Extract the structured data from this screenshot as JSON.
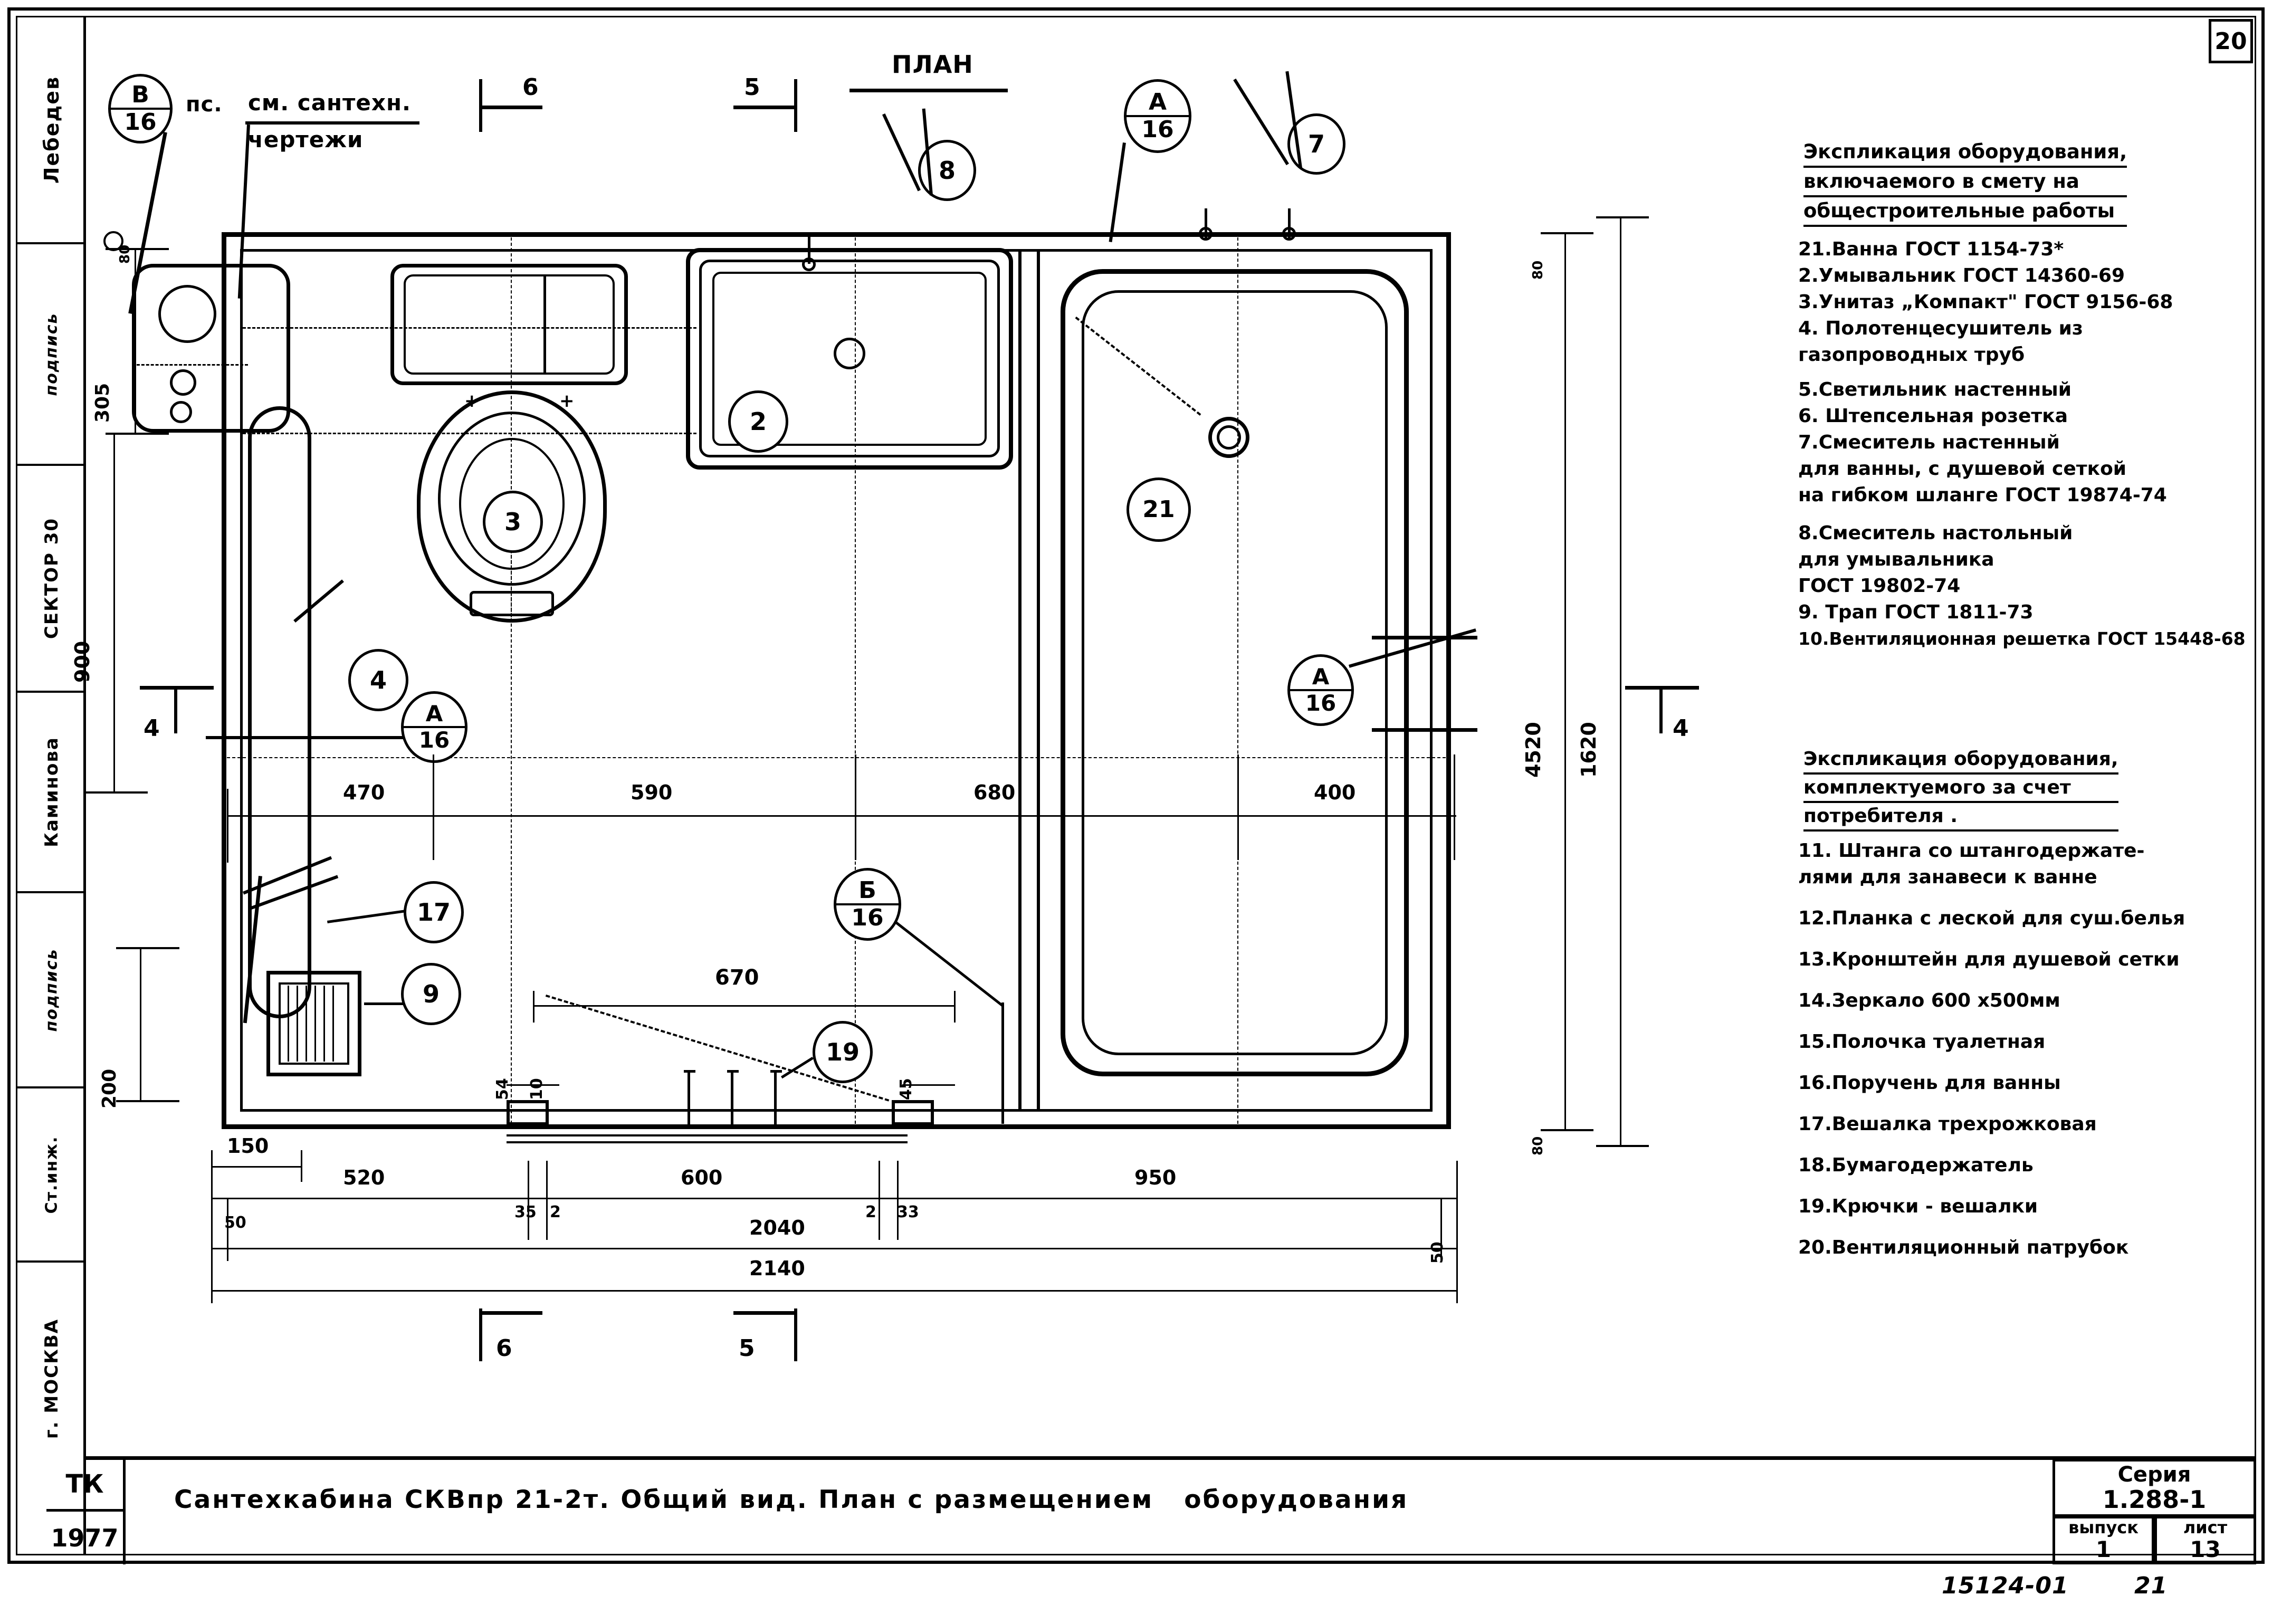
{
  "sheet": {
    "page_number": "20",
    "drawing_title": "ПЛАН",
    "bottom_code": "15124-01",
    "bottom_page": "21"
  },
  "left_stamp": {
    "cells": [
      {
        "name": "surname-1",
        "text": "Лебедев"
      },
      {
        "name": "signature-1",
        "text": "подпись"
      },
      {
        "name": "sector",
        "text": "СЕКТОР 30"
      },
      {
        "name": "surname-2",
        "text": "Каминова"
      },
      {
        "name": "signature-2",
        "text": "подпись"
      },
      {
        "name": "role",
        "text": "Ст.инж."
      },
      {
        "name": "city",
        "text": "г. МОСКВА"
      }
    ]
  },
  "annotations": {
    "see_plumbing_line1": "см. сантехн.",
    "see_plumbing_line2": "чертежи",
    "pos_label": "пс.",
    "section_top_left": "6",
    "section_top_right": "5",
    "section_bottom_left": "6",
    "section_bottom_right": "5",
    "section_side_left": "4",
    "section_side_right": "4"
  },
  "bubbles": [
    {
      "name": "bubble-v-16",
      "top": "В",
      "bottom": "16"
    },
    {
      "name": "bubble-8",
      "top": "8",
      "bottom": ""
    },
    {
      "name": "bubble-a-16-top",
      "top": "А",
      "bottom": "16"
    },
    {
      "name": "bubble-7",
      "top": "7",
      "bottom": ""
    },
    {
      "name": "bubble-2",
      "top": "2",
      "bottom": ""
    },
    {
      "name": "bubble-3",
      "top": "3",
      "bottom": ""
    },
    {
      "name": "bubble-21",
      "top": "21",
      "bottom": ""
    },
    {
      "name": "bubble-4",
      "top": "4",
      "bottom": ""
    },
    {
      "name": "bubble-a-16-left",
      "top": "А",
      "bottom": "16"
    },
    {
      "name": "bubble-a-16-right",
      "top": "А",
      "bottom": "16"
    },
    {
      "name": "bubble-17",
      "top": "17",
      "bottom": ""
    },
    {
      "name": "bubble-9",
      "top": "9",
      "bottom": ""
    },
    {
      "name": "bubble-b-16",
      "top": "Б",
      "bottom": "16"
    },
    {
      "name": "bubble-19",
      "top": "19",
      "bottom": ""
    }
  ],
  "dimensions": {
    "vertical_left": [
      "305",
      "900",
      "200"
    ],
    "vertical_right": [
      "4520",
      "1620"
    ],
    "horizontal_mid": [
      "470",
      "590",
      "680",
      "400"
    ],
    "horizontal_bottom_1": [
      "150",
      "520",
      "600",
      "950"
    ],
    "horizontal_bottom_2": [
      "2040"
    ],
    "horizontal_bottom_3": [
      "2140"
    ],
    "small": [
      "50",
      "35",
      "2",
      "2",
      "33",
      "50",
      "54",
      "10",
      "45",
      "670"
    ],
    "corner_top_left": "80",
    "corner_top_right": "80",
    "corner_bottom_right": "80"
  },
  "legend": {
    "section1_title": [
      "Экспликация оборудования,",
      "включаемого в смету на",
      "общестроительные работы"
    ],
    "section1_items": [
      "21.Ванна   ГОСТ  1154-73*",
      "2.Умывальник ГОСТ  14360-69",
      "3.Унитаз „Компакт\" ГОСТ  9156-68",
      "4. Полотенцесушитель из",
      "    газопроводных труб",
      "5.Светильник  настенный",
      "6. Штепсельная  розетка",
      "7.Смеситель  настенный",
      "    для ванны, с душевой сеткой",
      "    на гибком шланге ГОСТ 19874-74",
      "8.Смеситель  настольный",
      "    для  умывальника",
      "             ГОСТ  19802-74",
      "9. Трап  ГОСТ 1811-73",
      "10.Вентиляционная решетка ГОСТ 15448-68"
    ],
    "section2_title": [
      "Экспликация оборудования,",
      "комплектуемого за счет",
      "потребителя ."
    ],
    "section2_items": [
      "11. Штанга со штангодержате-",
      "     лями для занавеси к ванне",
      "12.Планка с леской для суш.белья",
      "13.Кронштейн для душевой сетки",
      "14.Зеркало  600 х500мм",
      "15.Полочка  туалетная",
      "16.Поручень для ванны",
      "17.Вешалка трехрожковая",
      "18.Бумагодержатель",
      "19.Крючки - вешалки",
      "20.Вентиляционный патрубок"
    ]
  },
  "title_block": {
    "stage": "ТК",
    "year": "1977",
    "main_title": "Сантехкабина СКВпр 21-2т. Общий вид. План с размещением   оборудования",
    "series_label": "Серия",
    "series_value": "1.288-1",
    "issue_label": "выпуск",
    "issue_value": "1",
    "sheet_label": "лист",
    "sheet_value": "13"
  }
}
